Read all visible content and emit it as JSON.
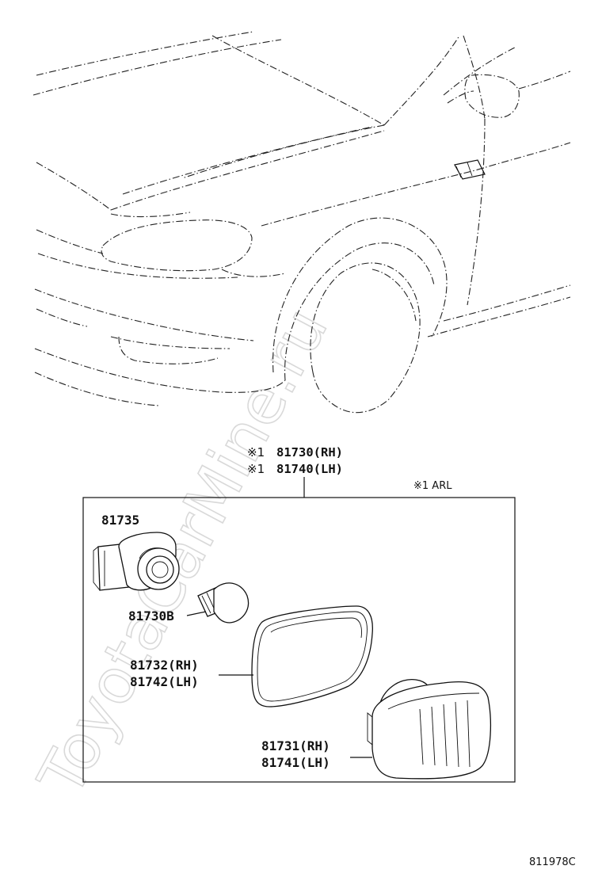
{
  "watermark": "ToyotaCarMine.ru",
  "header_callout": {
    "line1_mark": "※1",
    "line1_part": "81730(RH)",
    "line2_mark": "※1",
    "line2_part": "81740(LH)"
  },
  "note": "※1 ARL",
  "parts": {
    "socket": "81735",
    "bulb": "81730B",
    "gasket_rh": "81732(RH)",
    "gasket_lh": "81742(LH)",
    "lens_rh": "81731(RH)",
    "lens_lh": "81741(LH)"
  },
  "figure_code": "811978C"
}
